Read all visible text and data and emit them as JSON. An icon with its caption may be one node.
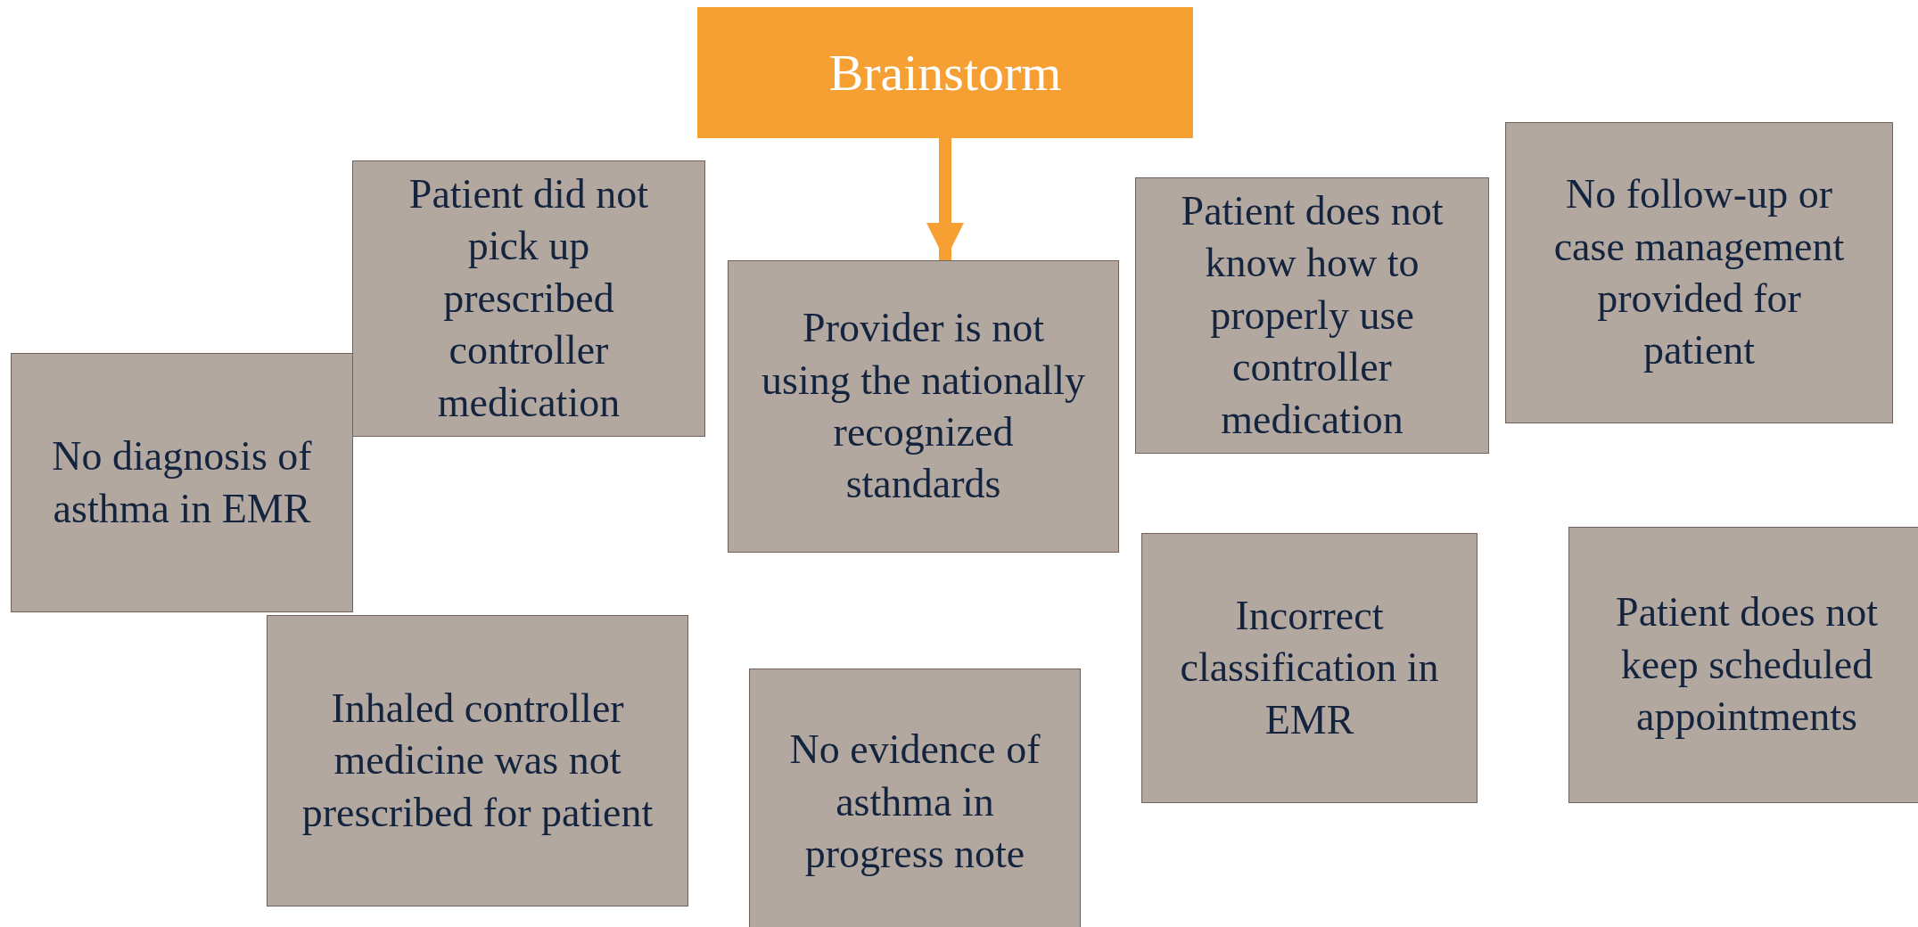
{
  "diagram": {
    "nodes": [
      {
        "text": [
          "Brainstorm"
        ]
      },
      {
        "text": [
          "Patient did not pick up prescribed controller medication"
        ]
      },
      {
        "text": [
          "Provider is not using the nationally recognized standards"
        ]
      },
      {
        "text": [
          "Patient does not know how to properly use controller medication"
        ]
      },
      {
        "text": [
          "No follow-up or case management provided for patient"
        ]
      },
      {
        "text": [
          "No diagnosis of asthma in EMR"
        ]
      },
      {
        "text": [
          "Inhaled controller medicine was not prescribed for patient"
        ]
      },
      {
        "text": [
          "No evidence of asthma in progress note"
        ]
      },
      {
        "text": [
          "Incorrect classification in EMR"
        ]
      },
      {
        "text": [
          "Patient does not keep scheduled appointments"
        ]
      }
    ],
    "edges": [
      {
        "from": 0,
        "to": 2,
        "arrow": "to"
      }
    ]
  }
}
